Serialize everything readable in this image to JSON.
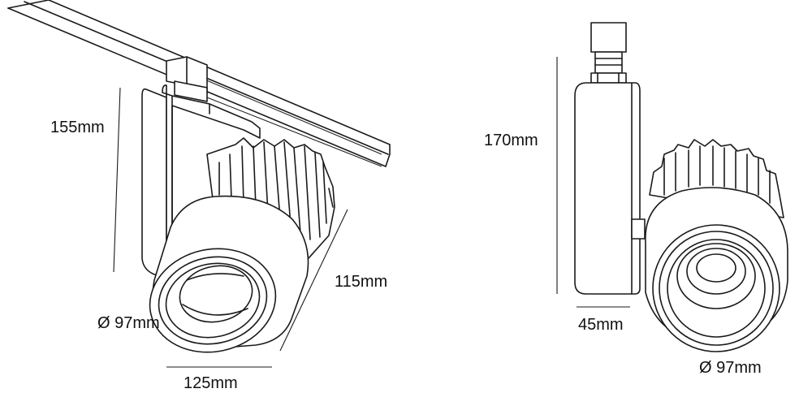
{
  "left_view": {
    "height_label": "155mm",
    "depth_label": "115mm",
    "diameter_label": "Ø 97mm",
    "width_label": "125mm"
  },
  "right_view": {
    "height_label": "170mm",
    "thickness_label": "45mm",
    "diameter_label": "Ø 97mm"
  },
  "colors": {
    "line": "#1a1a1a",
    "background": "#ffffff"
  }
}
